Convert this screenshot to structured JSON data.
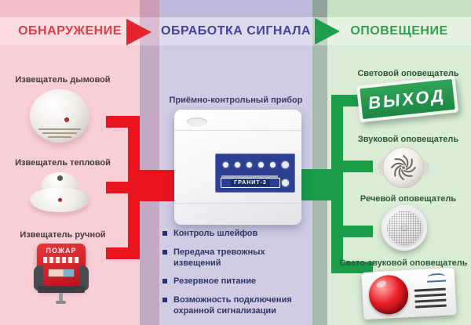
{
  "diagram": {
    "stages": [
      {
        "header": "ОБНАРУЖЕНИЕ"
      },
      {
        "header": "ОБРАБОТКА СИГНАЛА"
      },
      {
        "header": "ОПОВЕЩЕНИЕ"
      }
    ],
    "detection": {
      "items": [
        "Извещатель дымовой",
        "Извещатель тепловой",
        "Извещатель ручной"
      ],
      "manual_call_point_text": "ПОЖАР"
    },
    "processing": {
      "device_label": "Приёмно-контрольный прибор",
      "device_model": "ГРАНИТ-3",
      "features": [
        "Контроль шлейфов",
        "Передача тревожных извещений",
        "Резервное питание",
        "Возможность подключения охранной сигнализации"
      ]
    },
    "notification": {
      "items": [
        "Световой оповещатель",
        "Звуковой оповещатель",
        "Речевой оповещатель",
        "Свето-звуковой оповещатель"
      ],
      "exit_sign_text": "ВЫХОД"
    },
    "colors": {
      "detection_accent": "#e4252f",
      "processing_accent": "#45419f",
      "notification_accent": "#1f9e4c"
    }
  }
}
